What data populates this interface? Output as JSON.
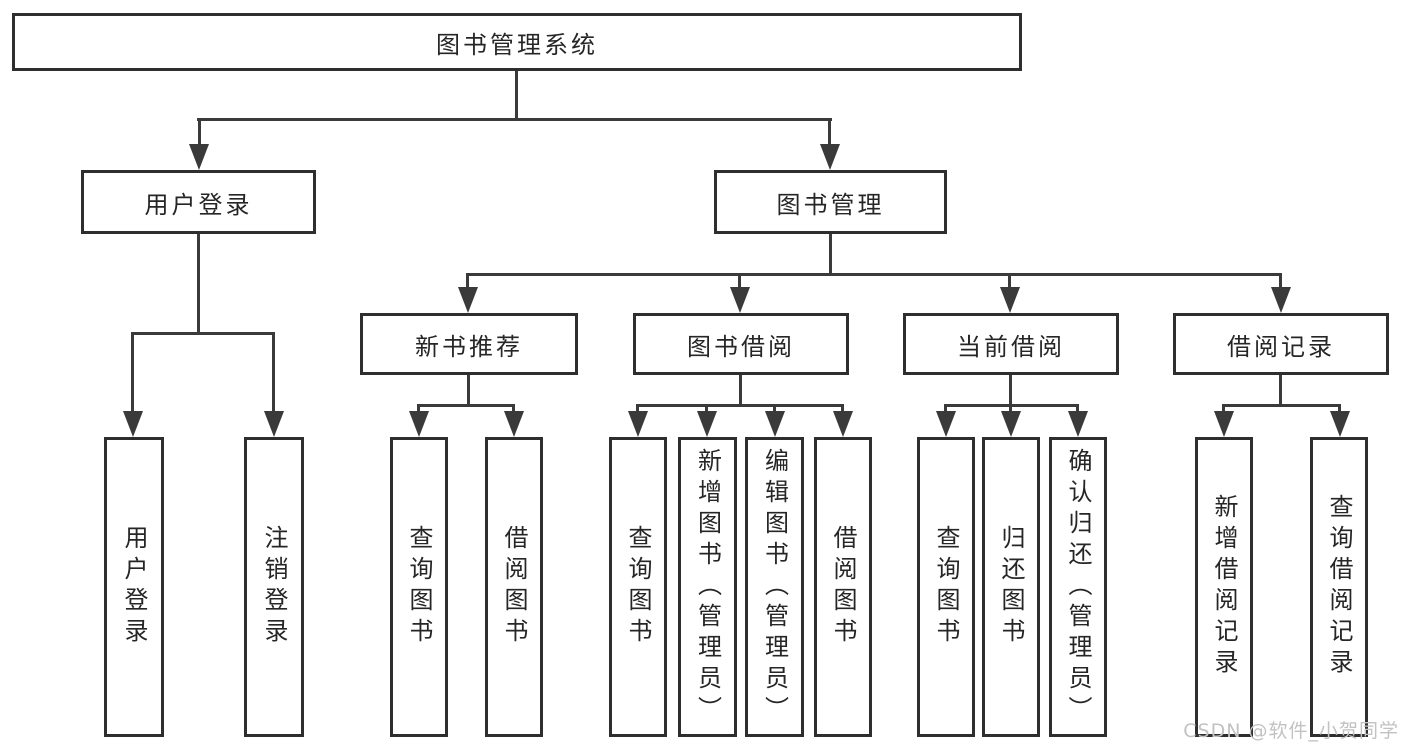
{
  "diagram": {
    "type": "hierarchy-flowchart",
    "tree": {
      "root": "图书管理系统",
      "children": [
        {
          "label": "用户登录",
          "children": [
            "用户登录",
            "注销登录"
          ]
        },
        {
          "label": "图书管理",
          "children": [
            {
              "label": "新书推荐",
              "children": [
                "查询图书",
                "借阅图书"
              ]
            },
            {
              "label": "图书借阅",
              "children": [
                "查询图书",
                "新增图书（管理员）",
                "编辑图书（管理员）",
                "借阅图书"
              ]
            },
            {
              "label": "当前借阅",
              "children": [
                "查询图书",
                "归还图书",
                "确认归还（管理员）"
              ]
            },
            {
              "label": "借阅记录",
              "children": [
                "新增借阅记录",
                "查询借阅记录"
              ]
            }
          ]
        }
      ]
    }
  },
  "watermark": {
    "text": "CSDN @软件_小贺同学"
  },
  "colors": {
    "background": "#ffffff",
    "box_border": "#2e2e2e",
    "line": "#3a3a3a",
    "text": "#262626",
    "watermark": "#c2c2c2"
  }
}
